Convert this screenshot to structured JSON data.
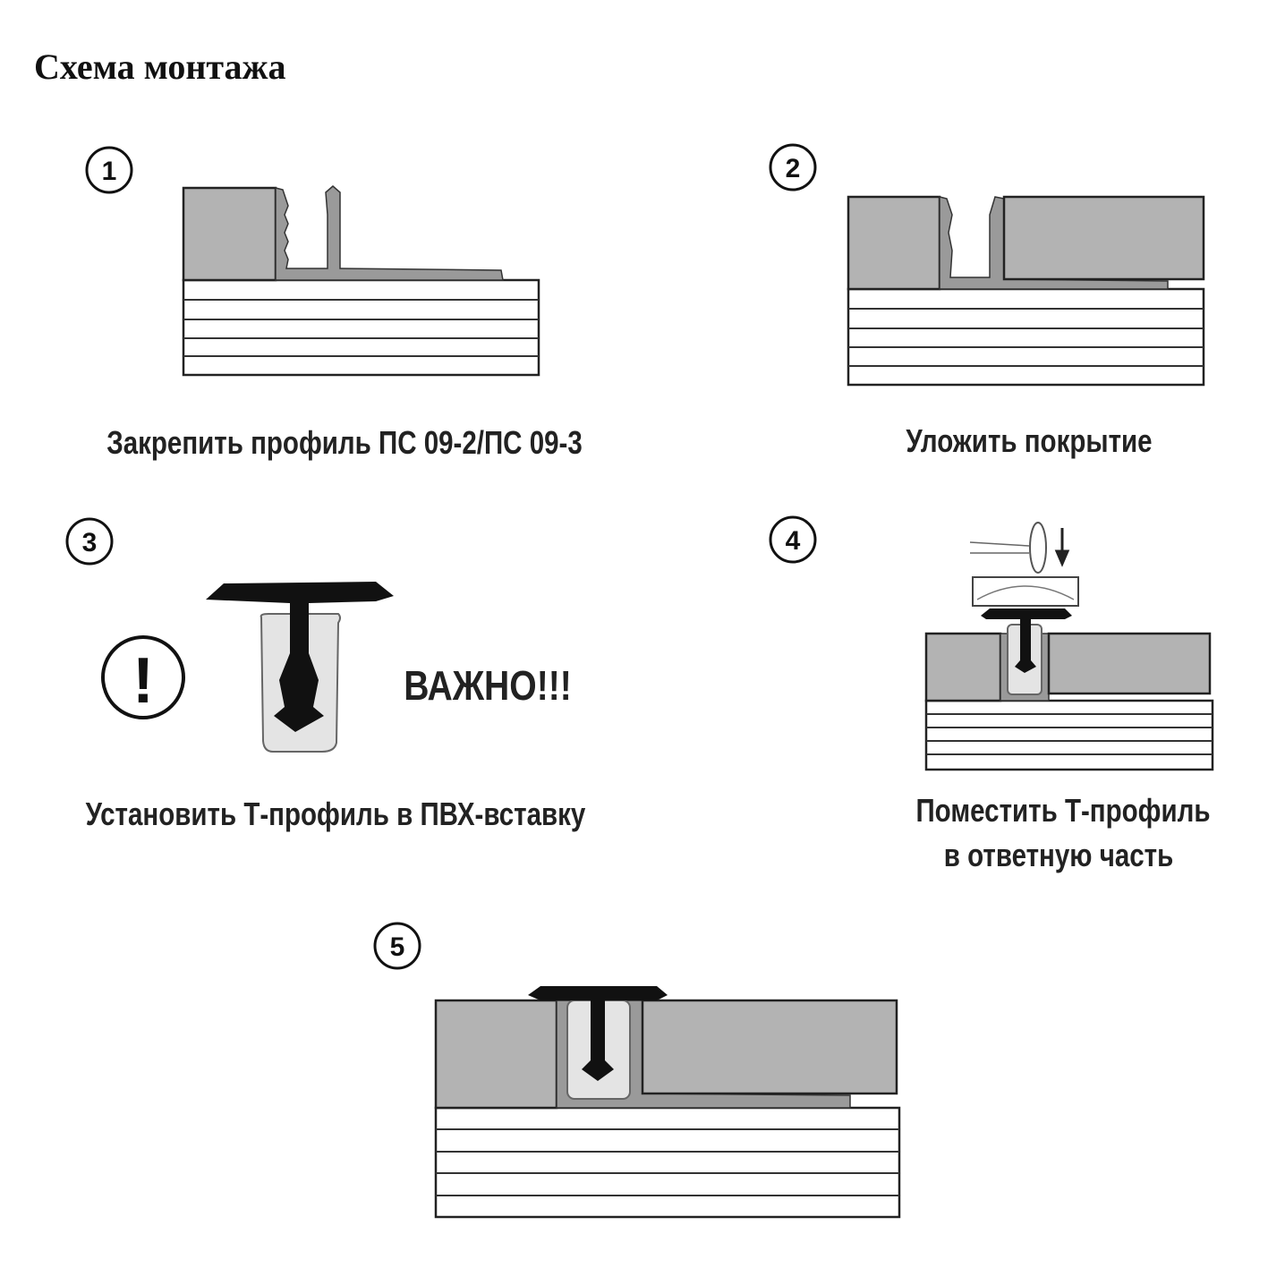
{
  "title": "Схема монтажа",
  "steps": [
    {
      "number": "1",
      "caption": "Закрепить профиль ПС 09-2/ПС 09-3"
    },
    {
      "number": "2",
      "caption": "Уложить покрытие"
    },
    {
      "number": "3",
      "caption": "Установить Т-профиль в ПВХ-вставку",
      "warning": "ВАЖНО!!!",
      "warning_icon": "!"
    },
    {
      "number": "4",
      "caption_line1": "Поместить Т-профиль",
      "caption_line2": "в ответную часть"
    },
    {
      "number": "5"
    }
  ]
}
